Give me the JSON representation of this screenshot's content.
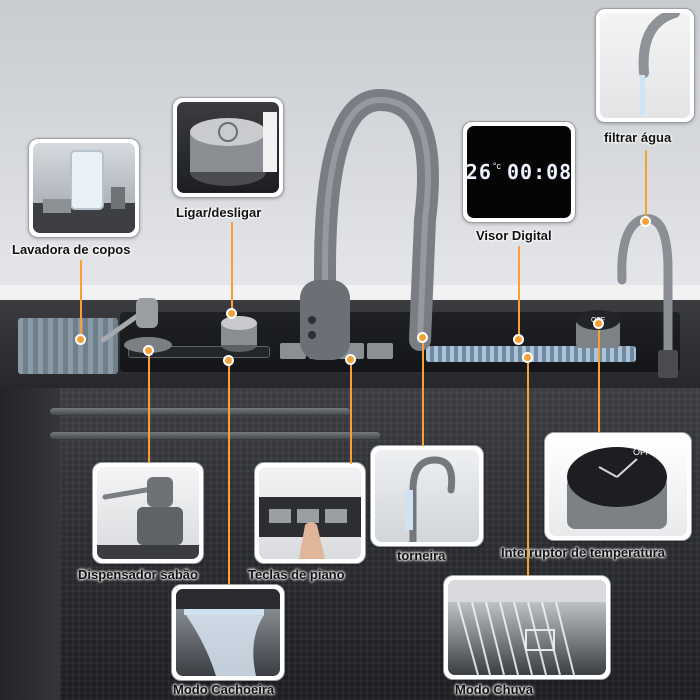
{
  "labels": {
    "lavadora": "Lavadora de copos",
    "ligar": "Ligar/desligar",
    "visor": "Visor Digital",
    "filtrar": "filtrar água",
    "dispensador": "Dispensador sabão",
    "teclas": "Teclas de piano",
    "torneira": "torneira",
    "interruptor": "Interruptor de temperatura",
    "cachoeira": "Modo Cachoeira",
    "chuva": "Modo Chuva"
  },
  "display": {
    "temperature": "26",
    "unit": "°c",
    "time": "00:08"
  },
  "knob": {
    "off_label": "OFF"
  },
  "colors": {
    "accent": "#f5a13a",
    "deck": "#2a2c30",
    "steel": "#6e7177"
  }
}
